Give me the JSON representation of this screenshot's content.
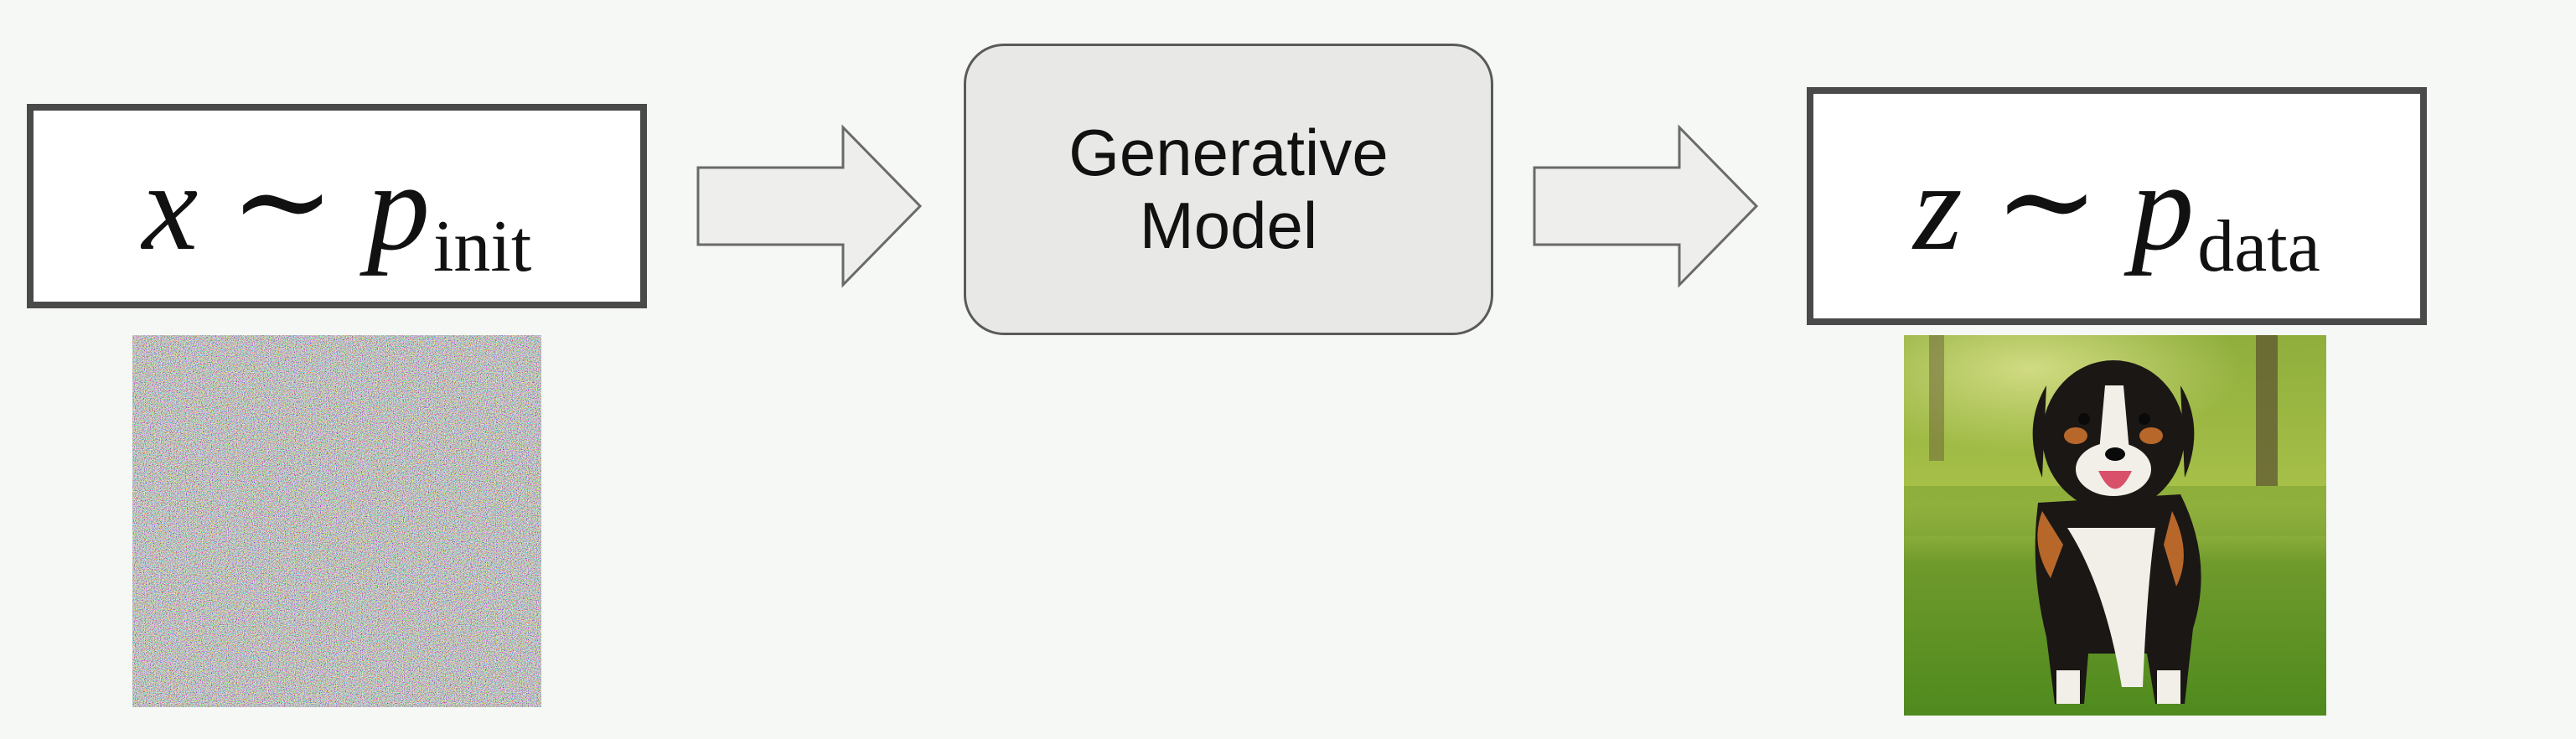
{
  "left_box": {
    "variable": "x",
    "relation": "∼",
    "distribution": "p",
    "subscript": "init"
  },
  "right_box": {
    "variable": "z",
    "relation": "∼",
    "distribution": "p",
    "subscript": "data"
  },
  "model": {
    "line1": "Generative",
    "line2": "Model"
  },
  "icons": {
    "arrow_left": "right-arrow-icon",
    "arrow_right": "right-arrow-icon"
  },
  "colors": {
    "background": "#f6f8f5",
    "box_border": "#4a4a4a",
    "model_fill": "#e8e9e7",
    "arrow_fill": "#eeefed"
  }
}
